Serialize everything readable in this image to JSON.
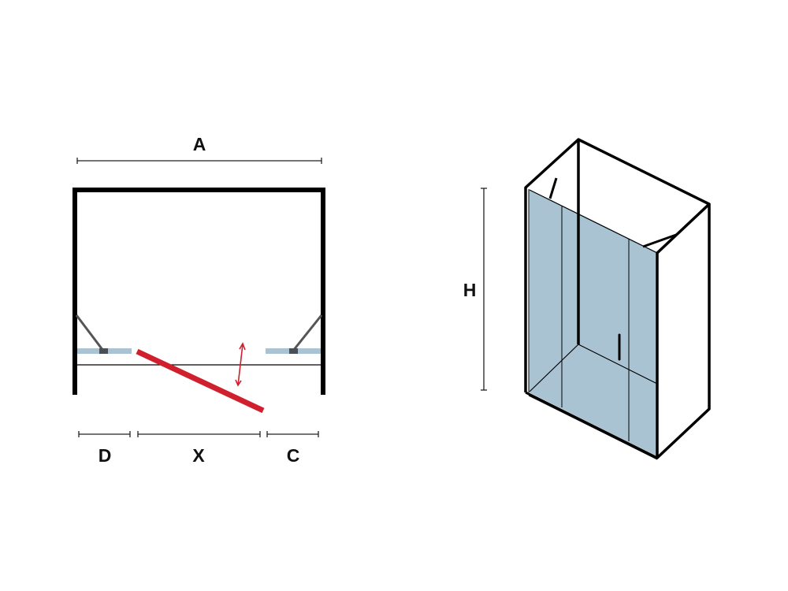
{
  "plan_view": {
    "dimension_labels": {
      "width": "A",
      "left_fixed": "D",
      "door_opening": "X",
      "right_fixed": "C"
    }
  },
  "perspective_view": {
    "dimension_labels": {
      "height": "H"
    }
  },
  "colors": {
    "frame": "#000000",
    "glass": "#a9c3d3",
    "door": "#d0202e",
    "hinge": "#4a4f55",
    "support": "#555555"
  }
}
